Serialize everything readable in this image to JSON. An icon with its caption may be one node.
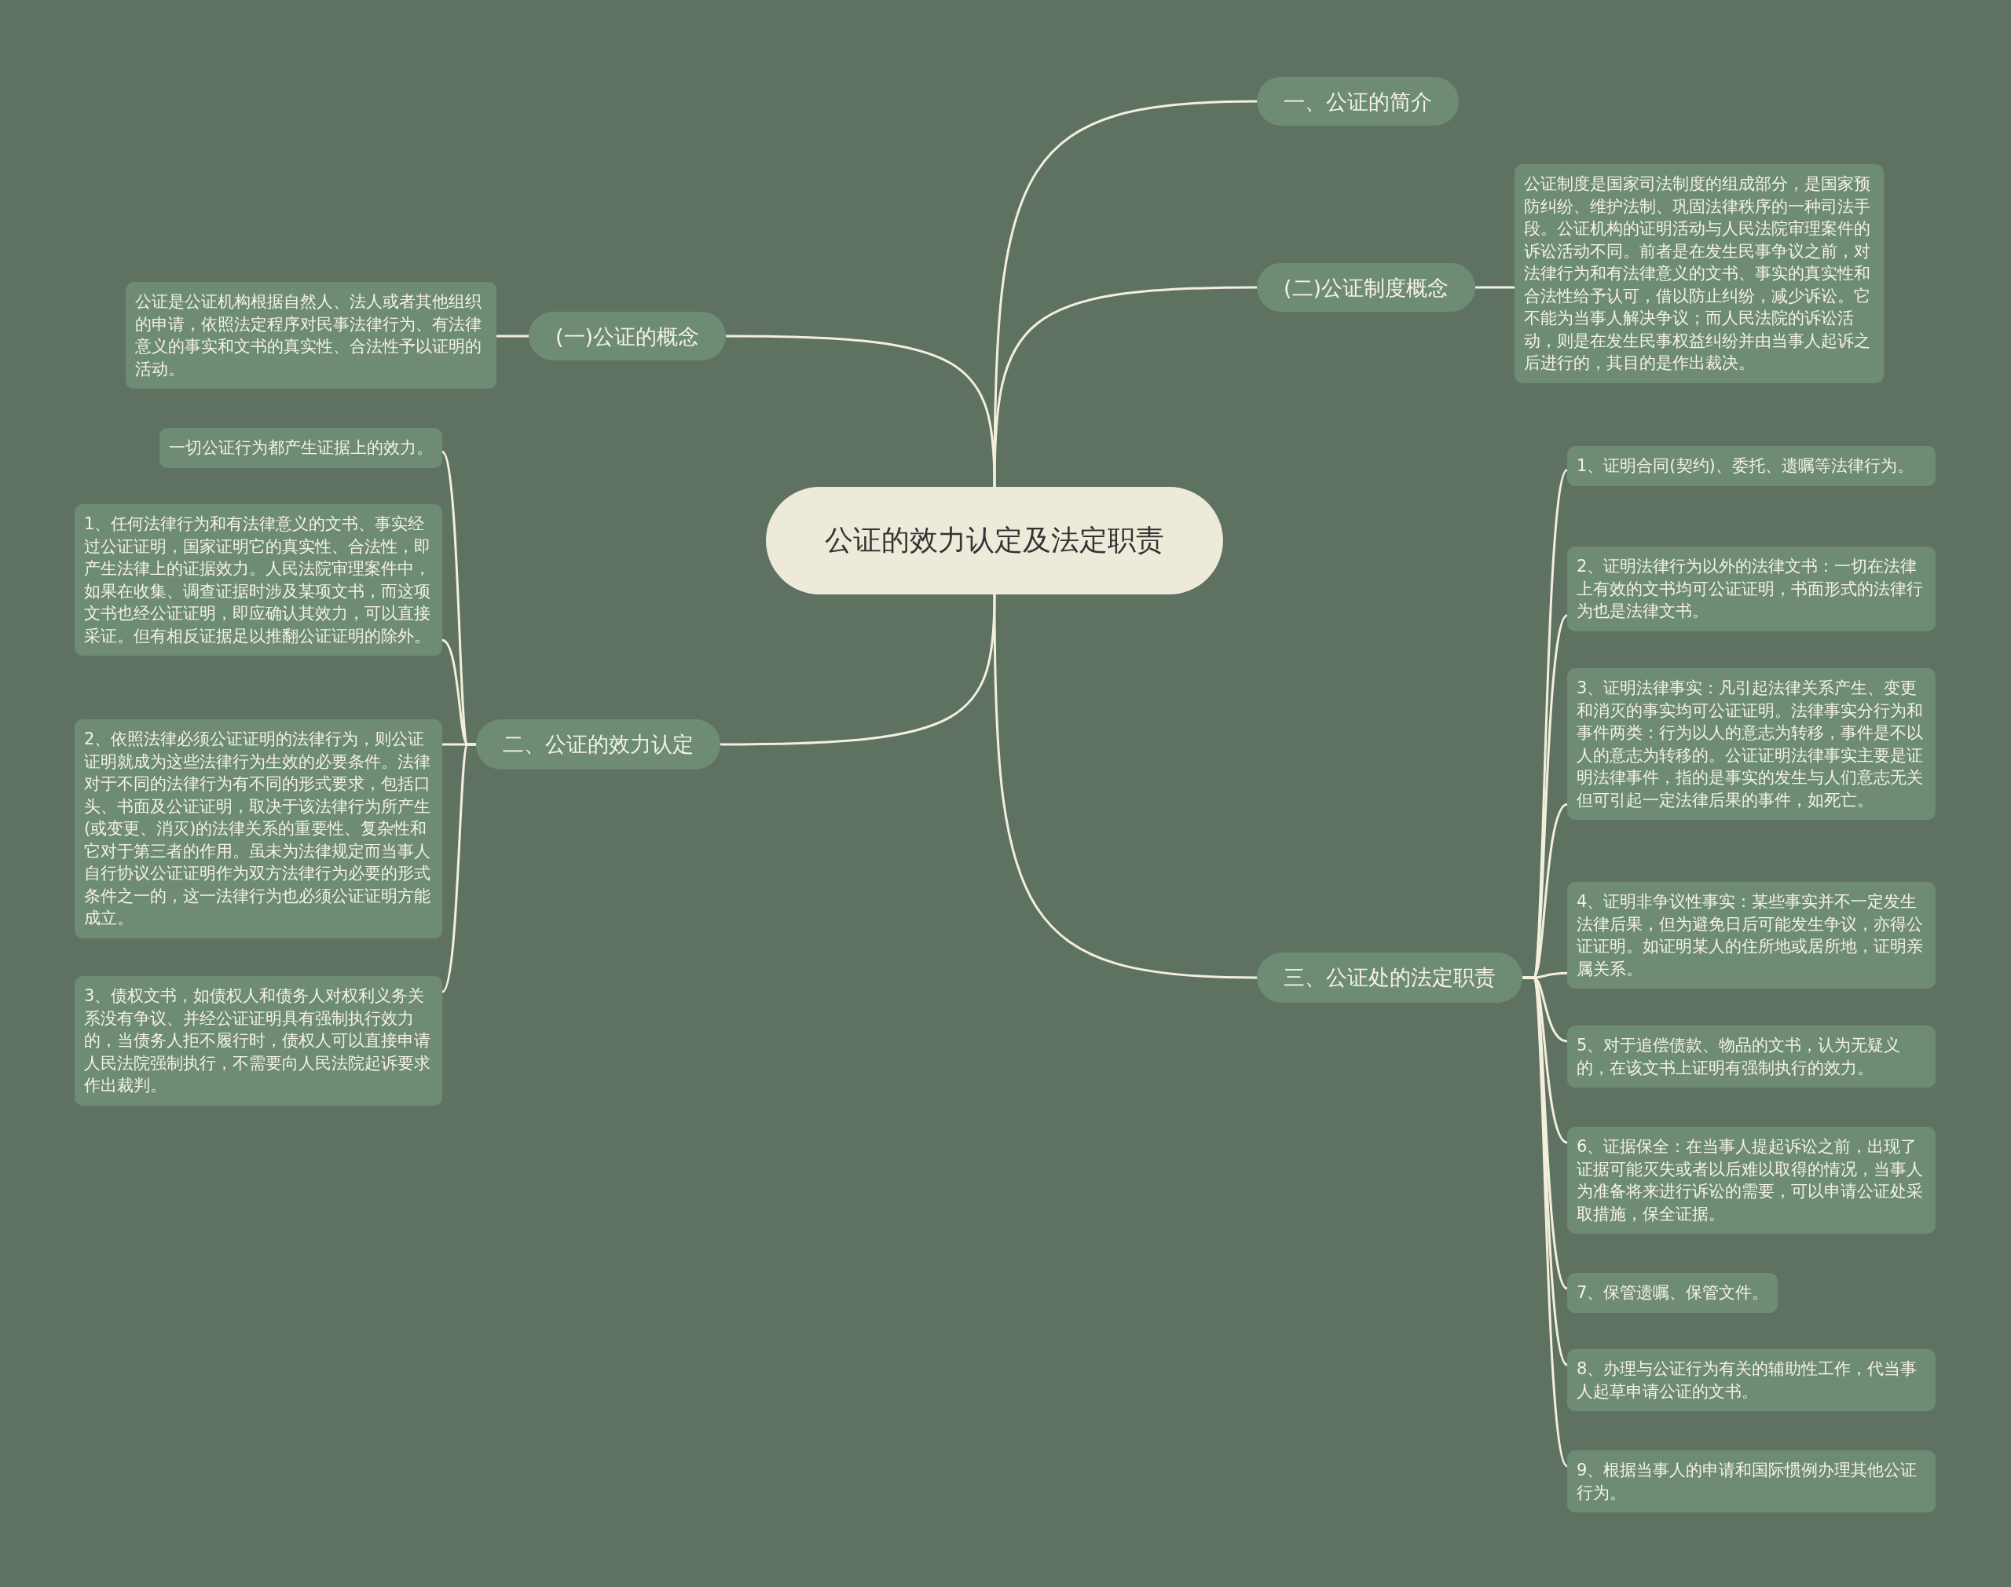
{
  "diagram": {
    "nodes": [
      {
        "text": [
          "公证的效力认定及法定职责"
        ]
      },
      {
        "text": [
          "一、公证的简介"
        ]
      },
      {
        "text": [
          "(二)公证制度概念"
        ]
      },
      {
        "text": [
          "公证制度是国家司法制度的组成部分，是国家预防纠纷、维护法制、巩固法律秩序的一种司法手段。公证机构的证明活动与人民法院审理案件的诉讼活动不同。前者是在发生民事争议之前，对法律行为和有法律意义的文书、事实的真实性和合法性给予认可，借以防止纠纷，减少诉讼。它不能为当事人解决争议；而人民法院的诉讼活动，则是在发生民事权益纠纷并由当事人起诉之后进行的，其目的是作出裁决。"
        ]
      },
      {
        "text": [
          "三、公证处的法定职责"
        ]
      },
      {
        "text": [
          "1、证明合同(契约)、委托、遗嘱等法律行为。"
        ]
      },
      {
        "text": [
          "2、证明法律行为以外的法律文书：一切在法律上有效的文书均可公证证明，书面形式的法律行为也是法律文书。"
        ]
      },
      {
        "text": [
          "3、证明法律事实：凡引起法律关系产生、变更和消灭的事实均可公证证明。法律事实分行为和事件两类：行为以人的意志为转移，事件是不以人的意志为转移的。公证证明法律事实主要是证明法律事件，指的是事实的发生与人们意志无关但可引起一定法律后果的事件，如死亡。"
        ]
      },
      {
        "text": [
          "4、证明非争议性事实：某些事实并不一定发生法律后果，但为避免日后可能发生争议，亦得公证证明。如证明某人的住所地或居所地，证明亲属关系。"
        ]
      },
      {
        "text": [
          "5、对于追偿债款、物品的文书，认为无疑义的，在该文书上证明有强制执行的效力。"
        ]
      },
      {
        "text": [
          "6、证据保全：在当事人提起诉讼之前，出现了证据可能灭失或者以后难以取得的情况，当事人为准备将来进行诉讼的需要，可以申请公证处采取措施，保全证据。"
        ]
      },
      {
        "text": [
          "7、保管遗嘱、保管文件。"
        ]
      },
      {
        "text": [
          "8、办理与公证行为有关的辅助性工作，代当事人起草申请公证的文书。"
        ]
      },
      {
        "text": [
          "9、根据当事人的申请和国际惯例办理其他公证行为。"
        ]
      },
      {
        "text": [
          "(一)公证的概念"
        ]
      },
      {
        "text": [
          "公证是公证机构根据自然人、法人或者其他组织的申请，依照法定程序对民事法律行为、有法律意义的事实和文书的真实性、合法性予以证明的活动。"
        ]
      },
      {
        "text": [
          "二、公证的效力认定"
        ]
      },
      {
        "text": [
          "一切公证行为都产生证据上的效力。"
        ]
      },
      {
        "text": [
          "1、任何法律行为和有法律意义的文书、事实经过公证证明，国家证明它的真实性、合法性，即产生法律上的证据效力。人民法院审理案件中，如果在收集、调查证据时涉及某项文书，而这项文书也经公证证明，即应确认其效力，可以直接采证。但有相反证据足以推翻公证证明的除外。"
        ]
      },
      {
        "text": [
          "2、依照法律必须公证证明的法律行为，则公证证明就成为这些法律行为生效的必要条件。法律对于不同的法律行为有不同的形式要求，包括口头、书面及公证证明，取决于该法律行为所产生(或变更、消灭)的法律关系的重要性、复杂性和它对于第三者的作用。虽未为法律规定而当事人自行协议公证证明作为双方法律行为必要的形式条件之一的，这一法律行为也必须公证证明方能成立。"
        ]
      },
      {
        "text": [
          "3、债权文书，如债权人和债务人对权利义务关系没有争议、并经公证证明具有强制执行效力的，当债务人拒不履行时，债权人可以直接申请人民法院强制执行，不需要向人民法院起诉要求作出裁判。"
        ]
      }
    ],
    "edges": [
      {
        "from": 0,
        "to": 1,
        "arrow": "none"
      },
      {
        "from": 0,
        "to": 2,
        "arrow": "none"
      },
      {
        "from": 2,
        "to": 3,
        "arrow": "none"
      },
      {
        "from": 0,
        "to": 4,
        "arrow": "none"
      },
      {
        "from": 4,
        "to": 5,
        "arrow": "none"
      },
      {
        "from": 4,
        "to": 6,
        "arrow": "none"
      },
      {
        "from": 4,
        "to": 7,
        "arrow": "none"
      },
      {
        "from": 4,
        "to": 8,
        "arrow": "none"
      },
      {
        "from": 4,
        "to": 9,
        "arrow": "none"
      },
      {
        "from": 4,
        "to": 10,
        "arrow": "none"
      },
      {
        "from": 4,
        "to": 11,
        "arrow": "none"
      },
      {
        "from": 4,
        "to": 12,
        "arrow": "none"
      },
      {
        "from": 4,
        "to": 13,
        "arrow": "none"
      },
      {
        "from": 0,
        "to": 14,
        "arrow": "none"
      },
      {
        "from": 14,
        "to": 15,
        "arrow": "none"
      },
      {
        "from": 0,
        "to": 16,
        "arrow": "none"
      },
      {
        "from": 16,
        "to": 17,
        "arrow": "none"
      },
      {
        "from": 16,
        "to": 18,
        "arrow": "none"
      },
      {
        "from": 16,
        "to": 19,
        "arrow": "none"
      },
      {
        "from": 16,
        "to": 20,
        "arrow": "none"
      }
    ]
  }
}
